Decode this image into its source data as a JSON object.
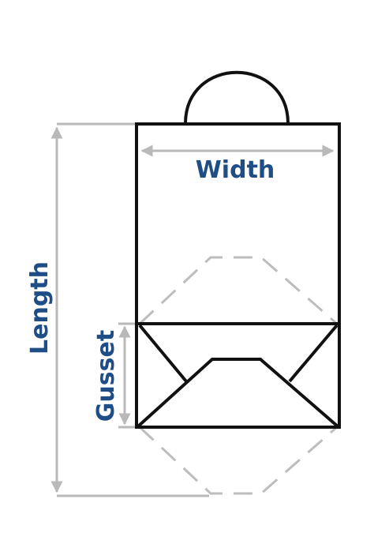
{
  "labels": {
    "width": "Width",
    "length": "Length",
    "gusset": "Gusset"
  },
  "colors": {
    "label": "#1f4e86",
    "outline": "#111111",
    "dimension": "#b9b9b9",
    "fold_guide": "#bdbdbd"
  }
}
